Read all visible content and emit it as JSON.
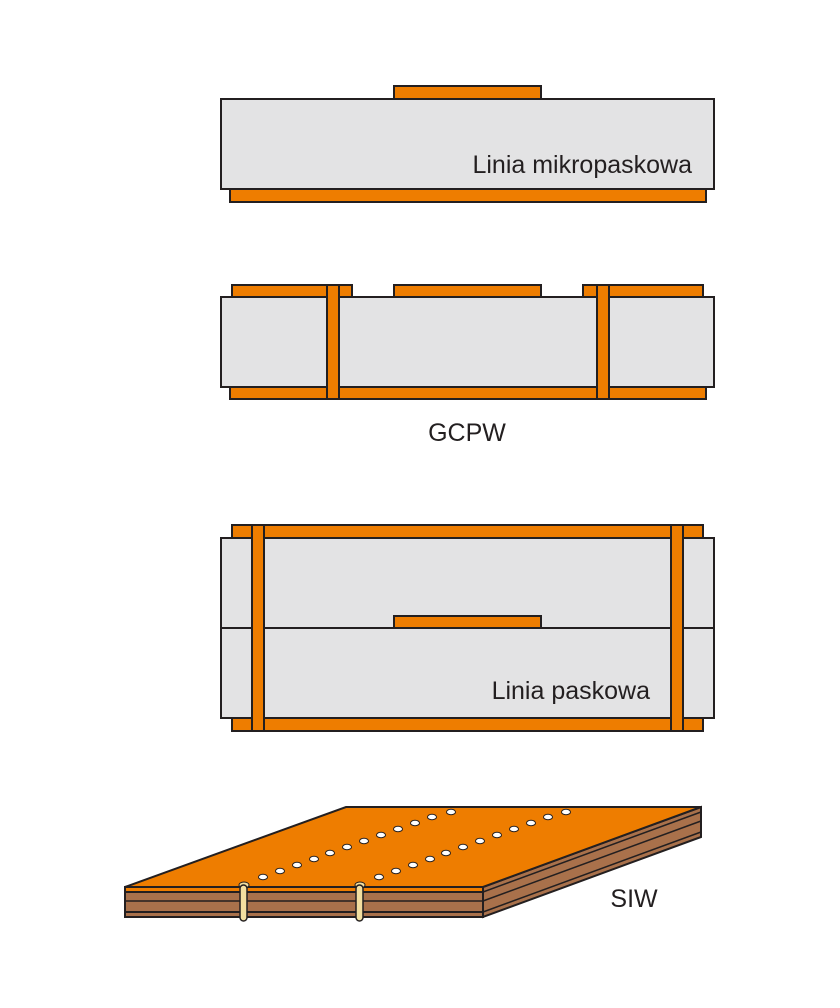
{
  "labels": {
    "microstrip": "Linia mikropaskowa",
    "gcpw": "GCPW",
    "stripline": "Linia paskowa",
    "siw": "SIW"
  },
  "colors": {
    "copper": "#ee7d00",
    "dielectric": "#e3e3e4",
    "outline": "#231f20",
    "siw_substrate": "#a9714b",
    "siw_via": "#f3dfa0"
  }
}
